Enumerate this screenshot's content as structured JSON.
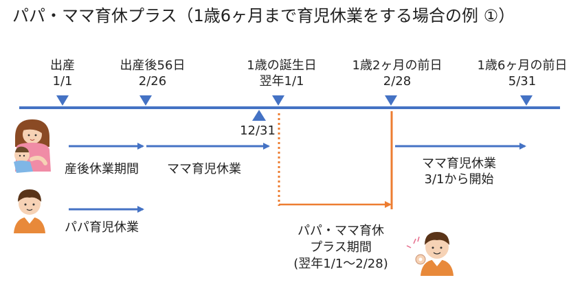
{
  "title": "パパ・ママ育休プラス（1歳6ヶ月まで育児休業をする場合の例 ①）",
  "timeline": {
    "markers": [
      {
        "line1": "出産",
        "line2": "1/1"
      },
      {
        "line1": "出産後56日",
        "line2": "2/26"
      },
      {
        "line1": "1歳の誕生日",
        "line2": "翌年1/1"
      },
      {
        "line1": "1歳2ヶ月の前日",
        "line2": "2/28"
      },
      {
        "line1": "1歳6ヶ月の前日",
        "line2": "5/31"
      }
    ],
    "below_marker": "12/31"
  },
  "mama": {
    "postpartum": "産後休業期間",
    "childcare": "ママ育児休業",
    "childcare_restart_1": "ママ育児休業",
    "childcare_restart_2": "3/1から開始"
  },
  "papa": {
    "childcare": "パパ育児休業"
  },
  "plus_period": {
    "line1": "パパ・ママ育休",
    "line2": "プラス期間",
    "line3": "(翌年1/1〜2/28)"
  },
  "colors": {
    "timeline_blue": "#4472C4",
    "orange": "#ED7D31"
  },
  "icons": [
    "mother-with-baby-icon",
    "father-icon",
    "father-ok-sign-icon"
  ]
}
